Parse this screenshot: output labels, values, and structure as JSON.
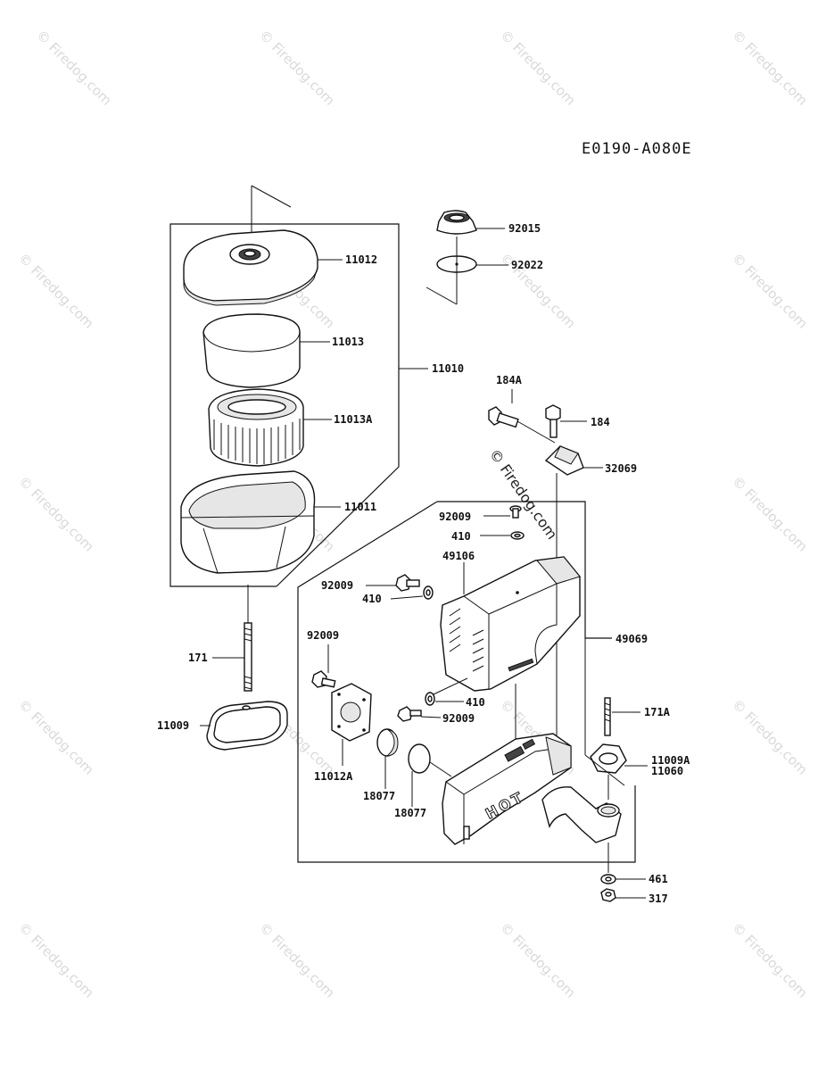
{
  "diagram_code": "E0190-A080E",
  "watermark": "© Firedog.com",
  "callouts": {
    "p11012": "11012",
    "p11013": "11013",
    "p11010": "11010",
    "p11013A": "11013A",
    "p11011": "11011",
    "p171": "171",
    "p11009": "11009",
    "p92015": "92015",
    "p92022": "92022",
    "p184A": "184A",
    "p184": "184",
    "p32069": "32069",
    "p92009_top": "92009",
    "p410_top": "410",
    "p49106": "49106",
    "p92009_left": "92009",
    "p410_left": "410",
    "p49069": "49069",
    "p92009_flange": "92009",
    "p410_low": "410",
    "p92009_low": "92009",
    "p11012A": "11012A",
    "p18077_a": "18077",
    "p18077_b": "18077",
    "p171A": "171A",
    "p11009A": "11009A",
    "p11060": "11060",
    "p461": "461",
    "p317": "317"
  },
  "part_marking": "HOT"
}
